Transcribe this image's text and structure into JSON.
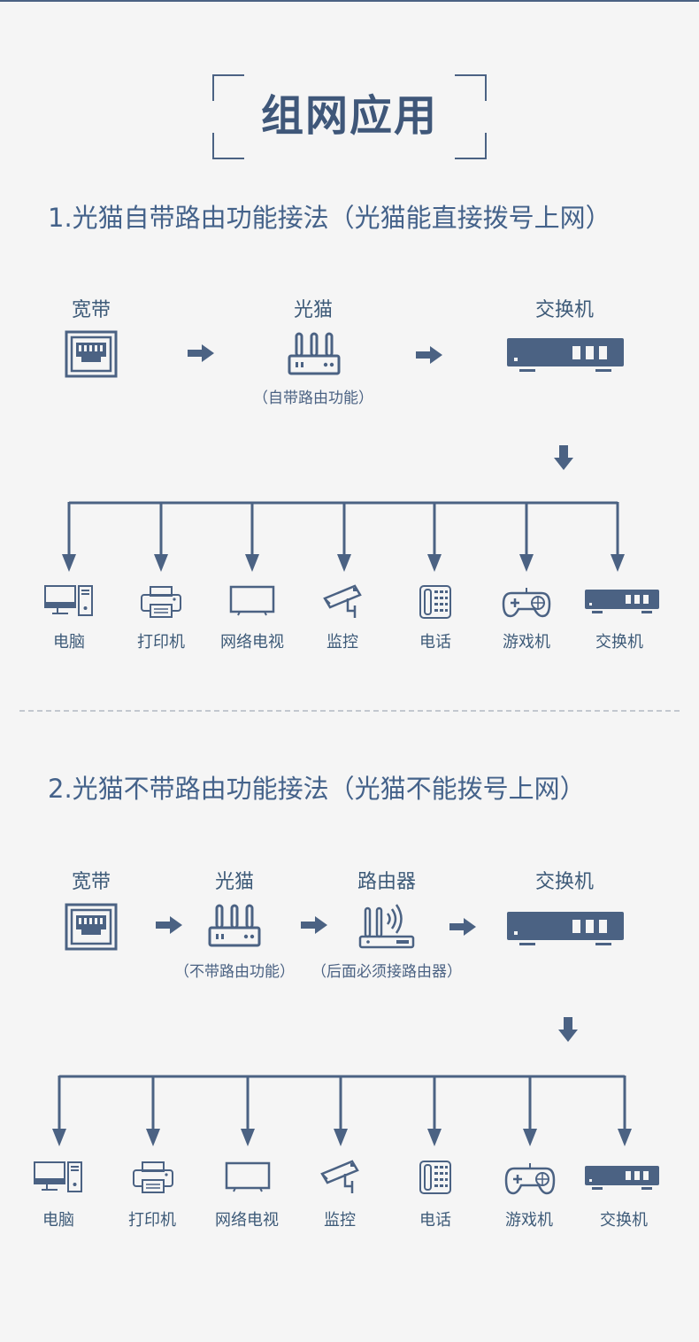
{
  "title": "组网应用",
  "section1": {
    "heading": "1.光猫自带路由功能接法（光猫能直接拨号上网）",
    "nodes": [
      {
        "label": "宽带",
        "icon": "ethernet-port-icon"
      },
      {
        "label": "光猫",
        "icon": "optical-modem-icon",
        "note": "（自带路由功能）"
      },
      {
        "label": "交换机",
        "icon": "switch-icon"
      }
    ],
    "devices": [
      {
        "label": "电脑",
        "icon": "computer-icon"
      },
      {
        "label": "打印机",
        "icon": "printer-icon"
      },
      {
        "label": "网络电视",
        "icon": "tv-icon"
      },
      {
        "label": "监控",
        "icon": "camera-icon"
      },
      {
        "label": "电话",
        "icon": "telephone-icon"
      },
      {
        "label": "游戏机",
        "icon": "gamepad-icon"
      },
      {
        "label": "交换机",
        "icon": "switch-icon"
      }
    ]
  },
  "section2": {
    "heading": "2.光猫不带路由功能接法（光猫不能拨号上网）",
    "nodes": [
      {
        "label": "宽带",
        "icon": "ethernet-port-icon"
      },
      {
        "label": "光猫",
        "icon": "optical-modem-icon",
        "note": "（不带路由功能）"
      },
      {
        "label": "路由器",
        "icon": "wifi-router-icon",
        "note": "（后面必须接路由器）"
      },
      {
        "label": "交换机",
        "icon": "switch-icon"
      }
    ],
    "devices": [
      {
        "label": "电脑",
        "icon": "computer-icon"
      },
      {
        "label": "打印机",
        "icon": "printer-icon"
      },
      {
        "label": "网络电视",
        "icon": "tv-icon"
      },
      {
        "label": "监控",
        "icon": "camera-icon"
      },
      {
        "label": "电话",
        "icon": "telephone-icon"
      },
      {
        "label": "游戏机",
        "icon": "gamepad-icon"
      },
      {
        "label": "交换机",
        "icon": "switch-icon"
      }
    ]
  },
  "colors": {
    "primary": "#4b6283",
    "text": "#3d5a78",
    "background": "#f5f5f5"
  }
}
